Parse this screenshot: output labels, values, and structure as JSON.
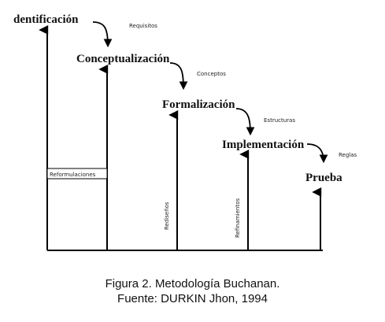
{
  "stages": [
    "dentificación",
    "Conceptualización",
    "Formalización",
    "Implementación",
    "Prueba"
  ],
  "outputs": [
    "Requisitos",
    "Conceptos",
    "Estructuras",
    "Reglas"
  ],
  "feedback": [
    "Reformulaciones",
    "Rediseños",
    "Refinamientos"
  ],
  "caption": {
    "line1": "Figura 2. Metodología Buchanan.",
    "line2": "Fuente: DURKIN Jhon, 1994"
  }
}
